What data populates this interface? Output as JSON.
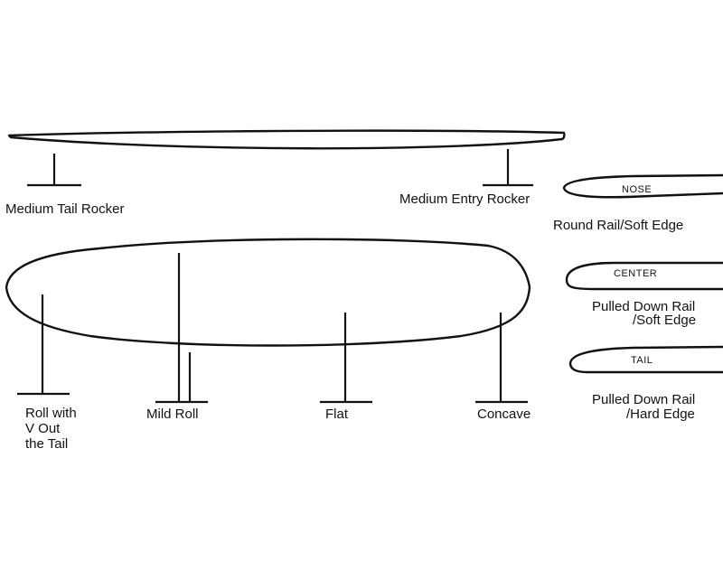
{
  "rocker": {
    "tail_label": "Medium Tail Rocker",
    "entry_label": "Medium Entry Rocker"
  },
  "bottom_contours": {
    "roll_v_lines": [
      "Roll with",
      "V Out",
      "the Tail"
    ],
    "mild_roll": "Mild Roll",
    "flat": "Flat",
    "concave": "Concave"
  },
  "rails": {
    "nose": {
      "section": "NOSE",
      "label_lines": [
        "Round Rail/Soft Edge"
      ]
    },
    "center": {
      "section": "CENTER",
      "label_lines": [
        "Pulled Down Rail",
        "/Soft Edge"
      ]
    },
    "tail": {
      "section": "TAIL",
      "label_lines": [
        "Pulled Down Rail",
        "/Hard Edge"
      ]
    }
  },
  "colors": {
    "ink": "#111111",
    "background": "#ffffff"
  }
}
